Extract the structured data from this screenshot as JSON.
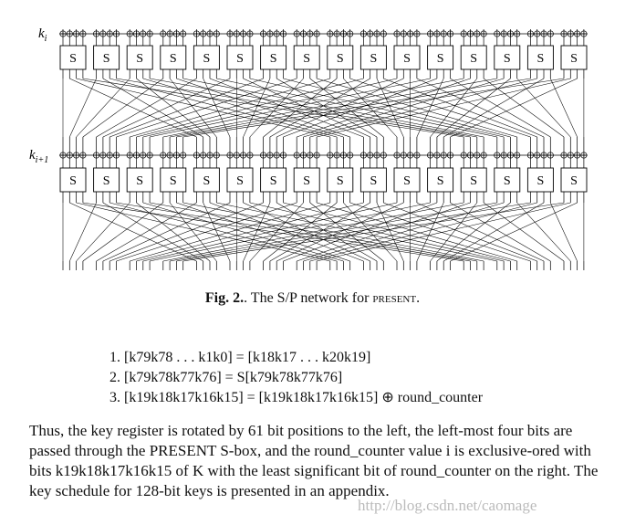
{
  "diagram": {
    "label_top": "k_i",
    "label_mid": "k_{i+1}",
    "sbox_label": "S",
    "sbox_count": 16
  },
  "caption": {
    "fig": "Fig. 2.",
    "text": ". The S/P network for ",
    "cipher": "present",
    "end": "."
  },
  "steps": [
    "1. [k79k78 . . . k1k0] = [k18k17 . . . k20k19]",
    "2. [k79k78k77k76] = S[k79k78k77k76]",
    "3. [k19k18k17k16k15] = [k19k18k17k16k15] ⊕ round_counter"
  ],
  "paragraph": "Thus, the key register is rotated by 61 bit positions to the left, the left-most four bits are passed through the PRESENT S-box, and the round_counter value i is exclusive-ored with bits k19k18k17k16k15 of K with the least significant bit of round_counter on the right. The key schedule for 128-bit keys is presented in an appendix.",
  "watermark": "http://blog.csdn.net/caomage"
}
